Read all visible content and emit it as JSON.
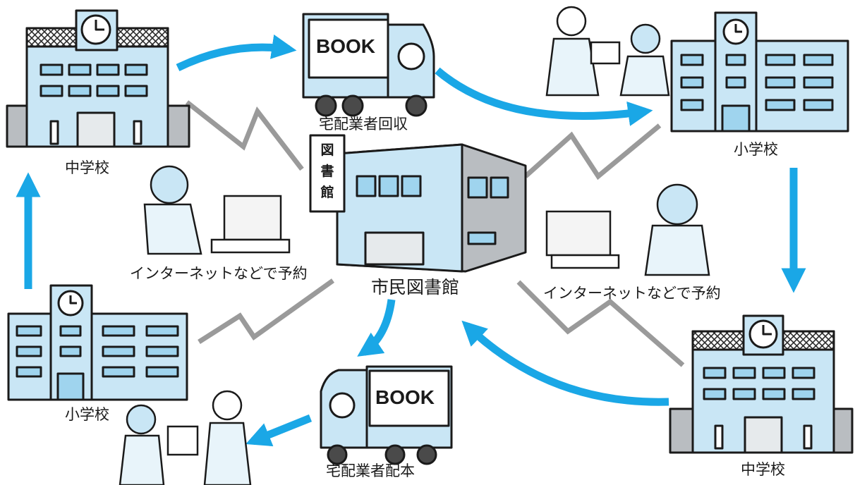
{
  "nodes": {
    "library": "市民図書館",
    "library_sign": [
      "図",
      "書",
      "館"
    ],
    "jhs_topleft": "中学校",
    "es_topright": "小学校",
    "es_bottomleft": "小学校",
    "jhs_bottomright": "中学校"
  },
  "steps": {
    "pickup": "宅配業者回収",
    "delivery": "宅配業者配本",
    "reserve_left": "インターネットなどで予約",
    "reserve_right": "インターネットなどで予約"
  },
  "truck_label": "BOOK",
  "colors": {
    "flow_arrow": "#1aa7e6",
    "network_line": "#9a9a9a",
    "building_blue": "#c9e6f5",
    "building_grey": "#b9bdc1",
    "window": "#9fd4ee",
    "roof_pattern": "#2b2b2b"
  }
}
